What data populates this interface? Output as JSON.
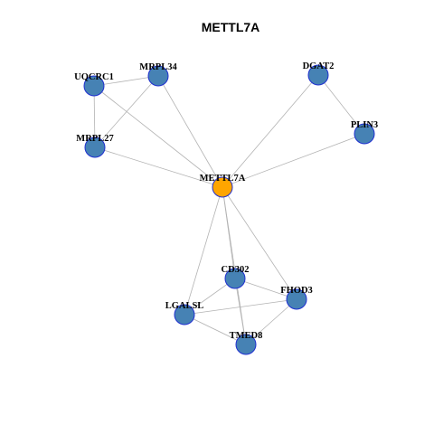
{
  "title": "METTL7A",
  "colors": {
    "hub": "#ffa500",
    "node": "#4682b4",
    "node_border": "#1f2fd0",
    "edge": "#b3b3b3"
  },
  "nodes": [
    {
      "id": "METTL7A",
      "label": "METTL7A",
      "type": "hub"
    },
    {
      "id": "UQCRC1",
      "label": "UQCRC1",
      "type": "gene"
    },
    {
      "id": "MRPL34",
      "label": "MRPL34",
      "type": "gene"
    },
    {
      "id": "MRPL27",
      "label": "MRPL27",
      "type": "gene"
    },
    {
      "id": "DGAT2",
      "label": "DGAT2",
      "type": "gene"
    },
    {
      "id": "PLIN3",
      "label": "PLIN3",
      "type": "gene"
    },
    {
      "id": "CD302",
      "label": "CD302",
      "type": "gene"
    },
    {
      "id": "FHOD3",
      "label": "FHOD3",
      "type": "gene"
    },
    {
      "id": "LGALSL",
      "label": "LGALSL",
      "type": "gene"
    },
    {
      "id": "TMED8",
      "label": "TMED8",
      "type": "gene"
    }
  ],
  "edges": [
    [
      "UQCRC1",
      "MRPL34"
    ],
    [
      "UQCRC1",
      "MRPL27"
    ],
    [
      "UQCRC1",
      "METTL7A"
    ],
    [
      "MRPL34",
      "MRPL27"
    ],
    [
      "MRPL34",
      "METTL7A"
    ],
    [
      "MRPL27",
      "METTL7A"
    ],
    [
      "DGAT2",
      "PLIN3"
    ],
    [
      "DGAT2",
      "METTL7A"
    ],
    [
      "PLIN3",
      "METTL7A"
    ],
    [
      "METTL7A",
      "CD302"
    ],
    [
      "METTL7A",
      "FHOD3"
    ],
    [
      "METTL7A",
      "LGALSL"
    ],
    [
      "METTL7A",
      "TMED8"
    ],
    [
      "CD302",
      "FHOD3"
    ],
    [
      "CD302",
      "LGALSL"
    ],
    [
      "CD302",
      "TMED8"
    ],
    [
      "FHOD3",
      "LGALSL"
    ],
    [
      "FHOD3",
      "TMED8"
    ],
    [
      "LGALSL",
      "TMED8"
    ]
  ]
}
